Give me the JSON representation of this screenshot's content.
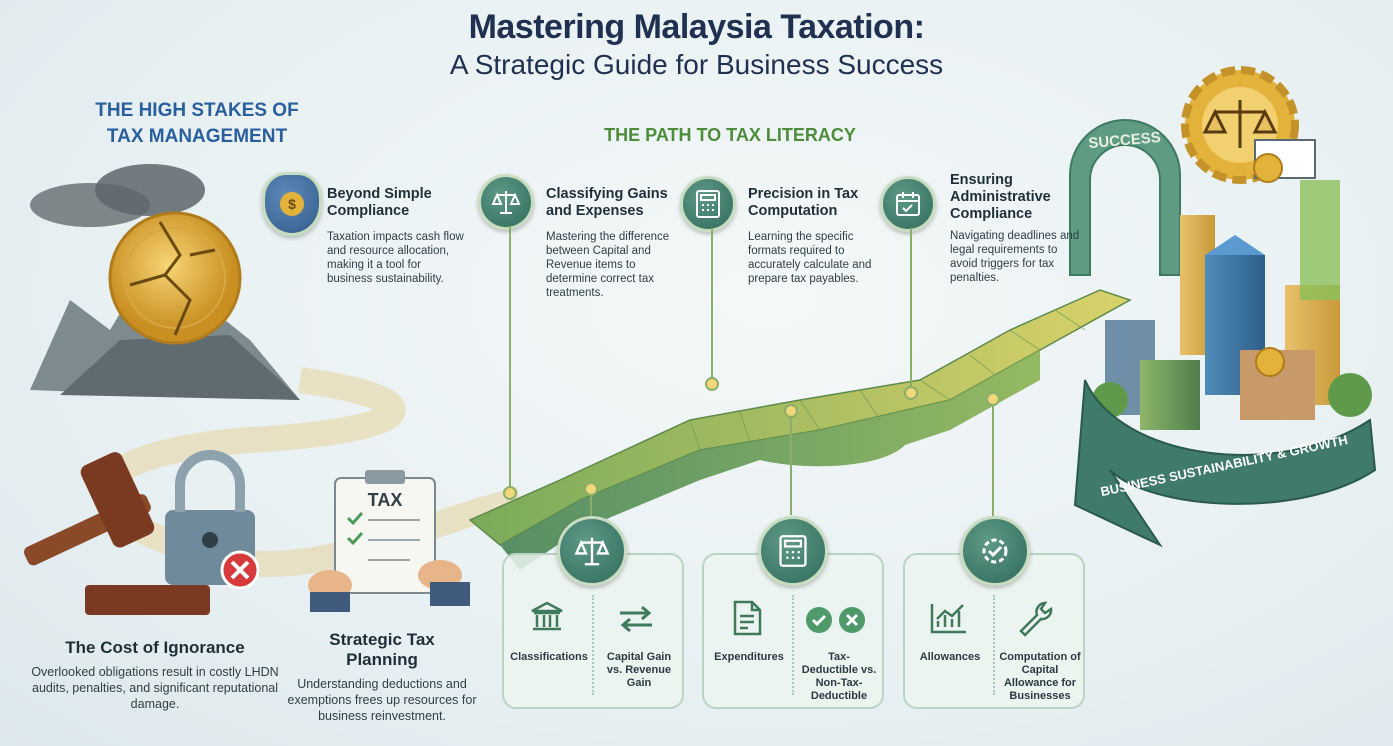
{
  "title": {
    "line1": "Mastering Malaysia Taxation:",
    "line2": "A Strategic Guide for Business Success"
  },
  "sections": {
    "high_stakes": "THE HIGH STAKES OF\nTAX MANAGEMENT",
    "path": "THE PATH TO TAX LITERACY"
  },
  "stages": [
    {
      "title": "Beyond Simple Compliance",
      "desc": "Taxation impacts cash flow and resource allocation, making it a tool for business sustainability."
    },
    {
      "title": "Classifying Gains and Expenses",
      "desc": "Mastering the difference between Capital and Revenue items to determine correct tax treatments."
    },
    {
      "title": "Precision in Tax Computation",
      "desc": "Learning the specific formats required to accurately calculate and prepare tax payables."
    },
    {
      "title": "Ensuring Administrative Compliance",
      "desc": "Navigating deadlines and legal requirements to avoid triggers for tax penalties."
    }
  ],
  "bottom": [
    {
      "title": "The Cost of Ignorance",
      "desc": "Overlooked obligations result in costly LHDN audits, penalties, and significant reputational damage."
    },
    {
      "title": "Strategic Tax Planning",
      "desc": "Understanding deductions and exemptions frees up resources for business reinvestment."
    }
  ],
  "clipboard_text": "TAX",
  "arch_text": "SUCCESS",
  "banner_text": "BUSINESS SUSTAINABILITY & GROWTH",
  "cards": [
    {
      "left": "Classifications",
      "right": "Capital Gain vs. Revenue Gain",
      "icon": "scales-icon"
    },
    {
      "left": "Expenditures",
      "right": "Tax-Deductible vs. Non-Tax-Deductible",
      "icon": "calculator-icon"
    },
    {
      "left": "Allowances",
      "right": "Computation of Capital Allowance for Businesses",
      "icon": "gear-check-icon"
    }
  ],
  "colors": {
    "title": "#1f3050",
    "section_blue": "#2a5f9e",
    "section_green": "#4d8c3a",
    "teal": "#2f6a5c",
    "gold": "#e2b23a"
  }
}
